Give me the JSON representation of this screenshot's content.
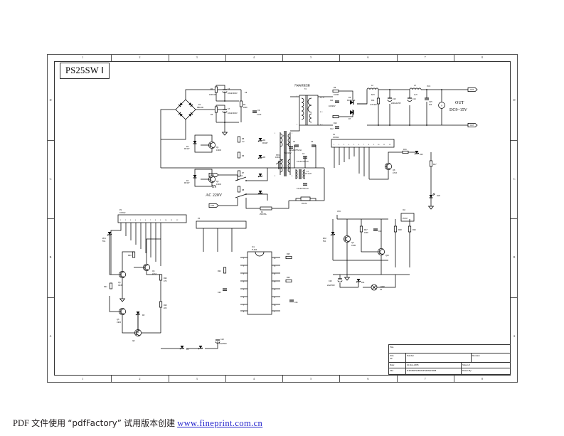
{
  "document": {
    "sheet_title": "PS25SW Ⅰ",
    "drawing_type": "electronic-schematic",
    "description": "Switching power supply schematic PS25SW I"
  },
  "frame": {
    "column_zones": [
      "1",
      "2",
      "3",
      "4",
      "5",
      "6",
      "7",
      "8"
    ],
    "row_zones_top_to_bottom": [
      "D",
      "C",
      "B",
      "A"
    ]
  },
  "labels": {
    "input_name": "IN",
    "input_voltage": "AC 220V",
    "output_name": "OUT",
    "output_voltage": "DC9~15V",
    "transformer_note": "开关电源变压器",
    "port_in_1": "CN1",
    "port_in_2": "CN2",
    "port_out_1": "OUT",
    "port_out_2": "OUT",
    "vcc": "VCC",
    "led": "LED",
    "lamp": "LAMP",
    "meter": "V"
  },
  "components": {
    "bridge": {
      "ref": "D1",
      "value": "KBL406"
    },
    "fuse": {
      "ref": "F1",
      "value": "250V/5A"
    },
    "switch": {
      "ref": "S1"
    },
    "thermistor": {
      "ref": "NTC1",
      "value": "10D-9"
    },
    "emi_caps": [
      {
        "ref": "C2",
        "value": "0.22uF/275V AC"
      },
      {
        "ref": "C4",
        "value": "0.22uF/275V AC"
      },
      {
        "ref": "C3",
        "value": "0.1uF/275V AC"
      },
      {
        "ref": "C5",
        "value": "0.1uF/275V AC"
      }
    ],
    "common_mode_choke": {
      "ref": "L1",
      "value": "20.1mH"
    },
    "bleeder": {
      "ref": "R1",
      "value": "1M"
    },
    "bulk_caps": [
      {
        "ref": "C6",
        "value": "100uF/400V"
      },
      {
        "ref": "C7",
        "value": "100uF/400V"
      }
    ],
    "balance_res": [
      {
        "ref": "R2",
        "value": "100K/1W"
      },
      {
        "ref": "R3",
        "value": "100K/1W"
      }
    ],
    "startup_res": {
      "ref": "R4",
      "value": "220K"
    },
    "drive_caps": [
      {
        "ref": "C8",
        "value": "1uF/400V"
      },
      {
        "ref": "C9",
        "value": "2.2nF"
      }
    ],
    "switching_transistors": [
      {
        "ref": "Q1",
        "value": "13003"
      },
      {
        "ref": "Q2",
        "value": "13003"
      }
    ],
    "clamp_diodes": [
      {
        "ref": "D2",
        "value": "FR107"
      },
      {
        "ref": "D3",
        "value": "FR107"
      },
      {
        "ref": "D4",
        "value": "FR107"
      },
      {
        "ref": "D5",
        "value": "FR107"
      }
    ],
    "base_res": [
      {
        "ref": "R5",
        "value": "2.2Ω"
      },
      {
        "ref": "R6",
        "value": "2.2Ω"
      },
      {
        "ref": "R7",
        "value": "2.2Ω"
      },
      {
        "ref": "R8",
        "value": "2.2Ω"
      }
    ],
    "drive_transformer": {
      "ref": "T1"
    },
    "main_transformer": {
      "ref": "T2"
    },
    "resonant_cap": {
      "ref": "C10",
      "value": "332/1KV"
    },
    "secondary_rect": [
      {
        "ref": "D6",
        "value": "MUR1620"
      },
      {
        "ref": "D7",
        "value": "MUR1620"
      }
    ],
    "snubber": [
      {
        "ref": "R9",
        "value": "10Ω/2W"
      },
      {
        "ref": "C11",
        "value": "103/2KV"
      },
      {
        "ref": "R10",
        "value": "10Ω/2W"
      },
      {
        "ref": "C12",
        "value": "103/2KV"
      }
    ],
    "output_chokes": [
      {
        "ref": "L2",
        "value": "8uH"
      },
      {
        "ref": "L3",
        "value": "1uH"
      }
    ],
    "output_caps": [
      {
        "ref": "C13",
        "value": "2200uF/25V"
      },
      {
        "ref": "C14",
        "value": "2200uF/25V"
      },
      {
        "ref": "C15",
        "value": "104"
      }
    ],
    "load_res": [
      {
        "ref": "R11",
        "value": "2.7K/2W"
      },
      {
        "ref": "R12",
        "value": "1K"
      }
    ],
    "connectors": [
      {
        "ref": "P1",
        "value": "CON12"
      },
      {
        "ref": "P2",
        "value": "CON12"
      },
      {
        "ref": "P3",
        "value": "CON12"
      }
    ],
    "control_ic": {
      "ref": "IC1",
      "value": "TL494"
    },
    "opto_couplers": [
      {
        "ref": "IC2",
        "value": "PC817"
      },
      {
        "ref": "IC3",
        "value": "PC817"
      }
    ],
    "misc_transistors": [
      {
        "ref": "Q3",
        "value": "C945"
      },
      {
        "ref": "Q4",
        "value": "A733"
      },
      {
        "ref": "Q5",
        "value": "C945"
      },
      {
        "ref": "Q6",
        "value": "C945"
      },
      {
        "ref": "Q7",
        "value": "C945"
      },
      {
        "ref": "Q8",
        "value": "A733"
      },
      {
        "ref": "Q9",
        "value": "C945"
      },
      {
        "ref": "Q10",
        "value": "C945"
      }
    ],
    "zeners": [
      {
        "ref": "ZD1",
        "value": "5V1"
      },
      {
        "ref": "ZD2",
        "value": "5V1"
      },
      {
        "ref": "ZD3",
        "value": "TL431"
      }
    ],
    "led": {
      "ref": "LED1"
    },
    "lamp": {
      "ref": "LAMP",
      "value": "H1"
    }
  },
  "title_block": {
    "title_label": "Title",
    "title_value": "",
    "size_label": "Size",
    "size_value": "A3",
    "number_label": "Number",
    "number_value": "",
    "revision_label": "Revision",
    "revision_value": "",
    "date_label": "Date:",
    "date_value": "21-Nov-2005",
    "sheet_label": "Sheet   of",
    "file_label": "File:",
    "file_value": "D:\\PCB\\PS25SW\\PS25SW.DDB",
    "drawn_label": "Drawn By:"
  },
  "footer": {
    "prefix": "PDF",
    "text_cn_1": "文件使用",
    "quoted": "“pdfFactory”",
    "text_cn_2": "试用版本创建",
    "url": "www.fineprint.com.cn"
  },
  "colors": {
    "line": "#000000",
    "frame": "#333333",
    "link": "#2222cc",
    "background": "#ffffff"
  }
}
